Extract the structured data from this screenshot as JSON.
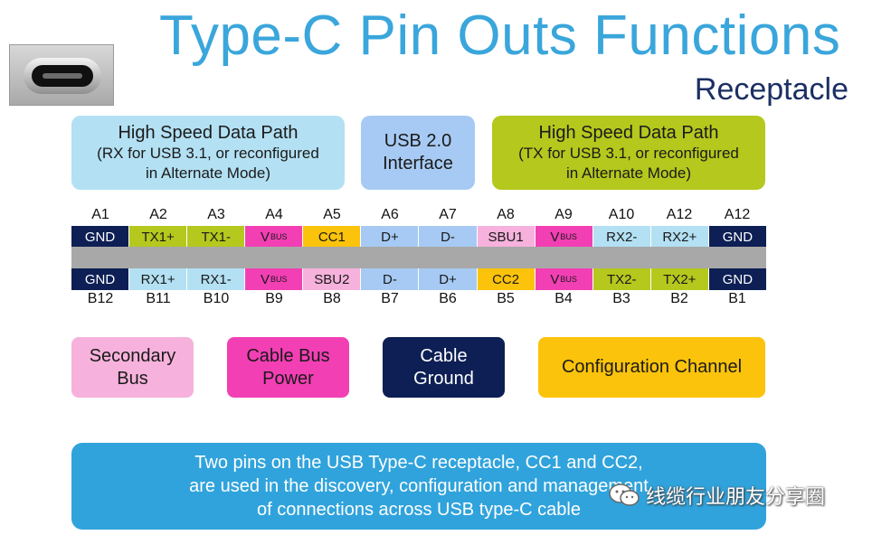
{
  "title": "Type-C Pin Outs Functions",
  "subtitle": "Receptacle",
  "groups": {
    "rx": {
      "line1": "High Speed Data Path",
      "line2": "(RX for USB 3.1, or reconfigured",
      "line3": "in Alternate Mode)"
    },
    "usb2": {
      "line1": "USB 2.0",
      "line2": "Interface"
    },
    "tx": {
      "line1": "High Speed Data Path",
      "line2": "(TX for USB 3.1, or reconfigured",
      "line3": "in Alternate Mode)"
    }
  },
  "top_labels": [
    "A1",
    "A2",
    "A3",
    "A4",
    "A5",
    "A6",
    "A7",
    "A8",
    "A9",
    "A10",
    "A12",
    "A12"
  ],
  "bottom_labels": [
    "B12",
    "B11",
    "B10",
    "B9",
    "B8",
    "B7",
    "B6",
    "B5",
    "B4",
    "B3",
    "B2",
    "B1"
  ],
  "row_a": [
    {
      "name": "GND",
      "sub": "",
      "type": "gnd"
    },
    {
      "name": "TX1+",
      "sub": "",
      "type": "tx"
    },
    {
      "name": "TX1-",
      "sub": "",
      "type": "tx"
    },
    {
      "name": "V",
      "sub": "BUS",
      "type": "vbus"
    },
    {
      "name": "CC1",
      "sub": "",
      "type": "cc"
    },
    {
      "name": "D+",
      "sub": "",
      "type": "usb2"
    },
    {
      "name": "D-",
      "sub": "",
      "type": "usb2"
    },
    {
      "name": "SBU1",
      "sub": "",
      "type": "sbu"
    },
    {
      "name": "V",
      "sub": "BUS",
      "type": "vbus"
    },
    {
      "name": "RX2-",
      "sub": "",
      "type": "rx"
    },
    {
      "name": "RX2+",
      "sub": "",
      "type": "rx"
    },
    {
      "name": "GND",
      "sub": "",
      "type": "gnd"
    }
  ],
  "row_b": [
    {
      "name": "GND",
      "sub": "",
      "type": "gnd"
    },
    {
      "name": "RX1+",
      "sub": "",
      "type": "rx"
    },
    {
      "name": "RX1-",
      "sub": "",
      "type": "rx"
    },
    {
      "name": "V",
      "sub": "BUS",
      "type": "vbus"
    },
    {
      "name": "SBU2",
      "sub": "",
      "type": "sbu"
    },
    {
      "name": "D-",
      "sub": "",
      "type": "usb2"
    },
    {
      "name": "D+",
      "sub": "",
      "type": "usb2"
    },
    {
      "name": "CC2",
      "sub": "",
      "type": "cc"
    },
    {
      "name": "V",
      "sub": "BUS",
      "type": "vbus"
    },
    {
      "name": "TX2-",
      "sub": "",
      "type": "tx"
    },
    {
      "name": "TX2+",
      "sub": "",
      "type": "tx"
    },
    {
      "name": "GND",
      "sub": "",
      "type": "gnd"
    }
  ],
  "colors": {
    "gnd": {
      "bg": "#0d1f54",
      "fg": "#ffffff"
    },
    "tx": {
      "bg": "#b4c81d",
      "fg": "#1a1a1a"
    },
    "rx": {
      "bg": "#b3e0f3",
      "fg": "#1a1a1a"
    },
    "vbus": {
      "bg": "#f23fb4",
      "fg": "#1a1a1a"
    },
    "cc": {
      "bg": "#fbc30b",
      "fg": "#1a1a1a"
    },
    "usb2": {
      "bg": "#a6caf3",
      "fg": "#1a1a1a"
    },
    "sbu": {
      "bg": "#f6b2dc",
      "fg": "#1a1a1a"
    }
  },
  "legend": {
    "secondary_bus": {
      "line1": "Secondary",
      "line2": "Bus"
    },
    "cable_bus_power": {
      "line1": "Cable Bus",
      "line2": "Power"
    },
    "cable_ground": {
      "line1": "Cable",
      "line2": "Ground"
    },
    "config_channel": "Configuration Channel"
  },
  "note": {
    "line1": "Two pins on the USB Type-C receptacle, CC1 and CC2,",
    "line2": "are used in the discovery, configuration and management",
    "line3": "of connections across USB type-C cable"
  },
  "watermark": {
    "icon": "wechat-icon",
    "text": "线缆行业朋友分享圈"
  }
}
